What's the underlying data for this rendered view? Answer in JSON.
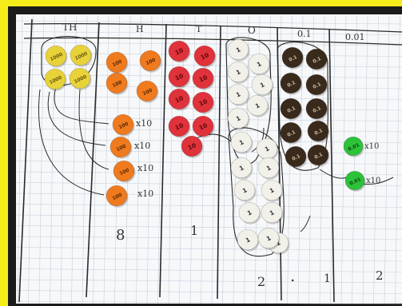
{
  "headers": [
    "TH",
    "H",
    "T",
    "O",
    "0.1",
    "0.01"
  ],
  "chips": {
    "thousands": {
      "label": "1000",
      "count": 4,
      "color": "#e8d23a"
    },
    "hundreds": {
      "label": "100",
      "count": 4,
      "color": "#f07a1e"
    },
    "hundreds_multiplied": {
      "label": "100",
      "count": 4,
      "color": "#f07a1e"
    },
    "tens": {
      "label": "10",
      "count": 9,
      "color": "#e0323a"
    },
    "ones": {
      "label": "1",
      "count": 18,
      "color": "#f1f1ea"
    },
    "tenths": {
      "label": "0.1",
      "count": 10,
      "color": "#3a2a1c"
    },
    "hundredths": {
      "label": "0.01",
      "count": 2,
      "color": "#2cc23a"
    }
  },
  "annotations": {
    "x10": "x10",
    "digit_hundreds": "8",
    "digit_tens": "1",
    "digit_ones": "2",
    "decimal_point": ".",
    "digit_tenths": "1",
    "digit_hundredths": "2"
  },
  "colors": {
    "frame": "#f5ec1a",
    "paper": "#f7f8fa",
    "grid": "#9fb0c8",
    "ink": "#2a2a2a"
  }
}
